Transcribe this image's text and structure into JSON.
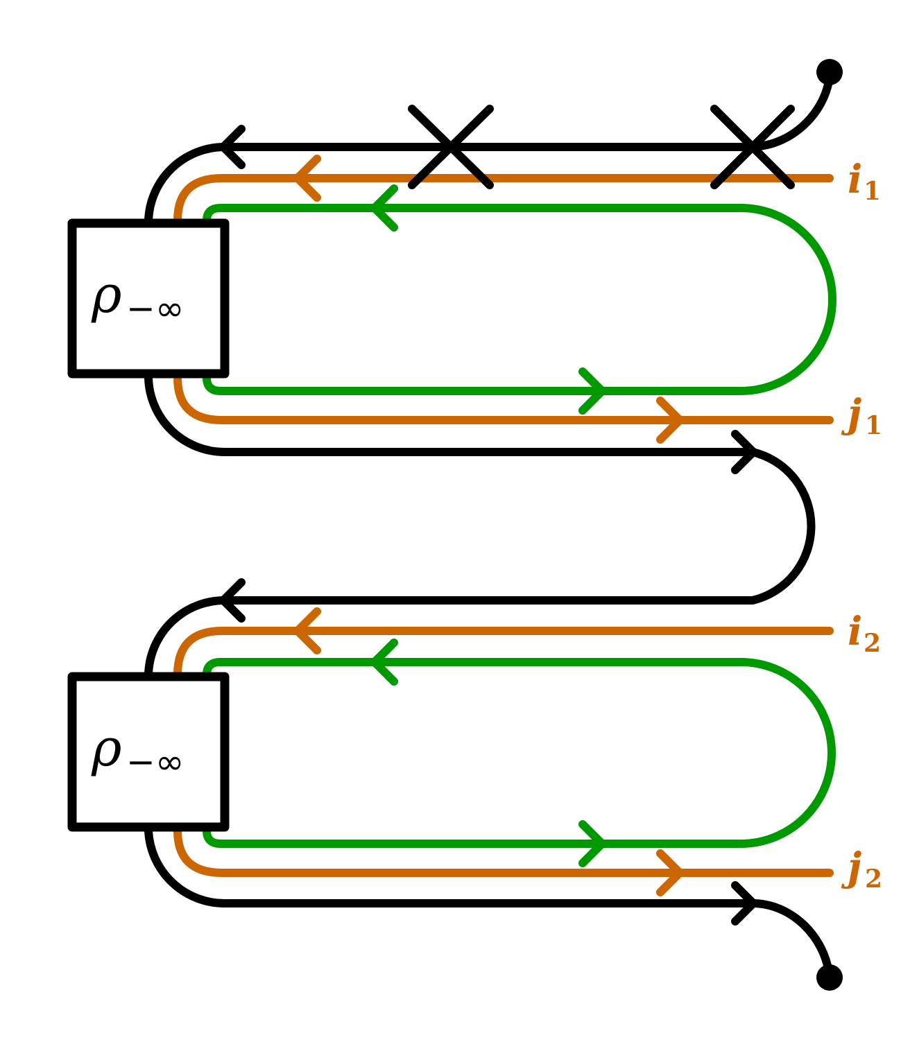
{
  "colors": {
    "black": "#000000",
    "orange": "#cc6600",
    "green": "#009900"
  },
  "boxes": [
    {
      "symbol": "ρ",
      "subscript": "−∞"
    },
    {
      "symbol": "ρ",
      "subscript": "−∞"
    }
  ],
  "labels": [
    {
      "base": "i",
      "sub": "1"
    },
    {
      "base": "j",
      "sub": "1"
    },
    {
      "base": "i",
      "sub": "2"
    },
    {
      "base": "j",
      "sub": "2"
    }
  ],
  "markers": [
    "cross-mark",
    "cross-mark",
    "endpoint-dot",
    "endpoint-dot"
  ]
}
